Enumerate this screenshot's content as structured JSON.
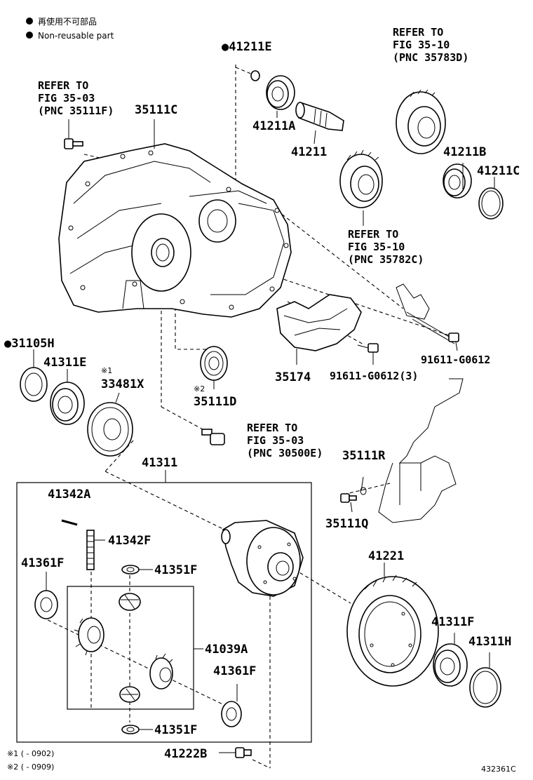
{
  "legend": {
    "marker": "●",
    "line1": "再使用不可部品",
    "line2": "Non-reusable part"
  },
  "labels": {
    "p41211E": "●41211E",
    "p41211A": "41211A",
    "p41211": "41211",
    "p35111C": "35111C",
    "p41211B": "41211B",
    "p41211C": "41211C",
    "p31105H": "●31105H",
    "p41311E": "41311E",
    "p33481X_mark": "※1",
    "p33481X": "33481X",
    "p35111D_mark": "※2",
    "p35111D": "35111D",
    "p35174": "35174",
    "p91611_3": "91611-G0612(3)",
    "p91611": "91611-G0612",
    "p35111R": "35111R",
    "p35111Q": "35111Q",
    "p41311": "41311",
    "p41342A": "41342A",
    "p41342F": "41342F",
    "p41361F_a": "41361F",
    "p41351F_a": "41351F",
    "p41039A": "41039A",
    "p41361F_b": "41361F",
    "p41351F_b": "41351F",
    "p41221": "41221",
    "p41311F": "41311F",
    "p41311H": "41311H",
    "p41222B": "41222B"
  },
  "refs": {
    "ref1": [
      "REFER TO",
      "FIG 35-10",
      "(PNC 35783D)"
    ],
    "ref2": [
      "REFER TO",
      "FIG 35-03",
      "(PNC 35111F)"
    ],
    "ref3": [
      "REFER TO",
      "FIG 35-10",
      "(PNC 35782C)"
    ],
    "ref4": [
      "REFER TO",
      "FIG 35-03",
      "(PNC 30500E)"
    ]
  },
  "footnotes": {
    "n1": "※1 (        - 0902)",
    "n2": "※2 (        - 0909)"
  },
  "figure_id": "432361C"
}
